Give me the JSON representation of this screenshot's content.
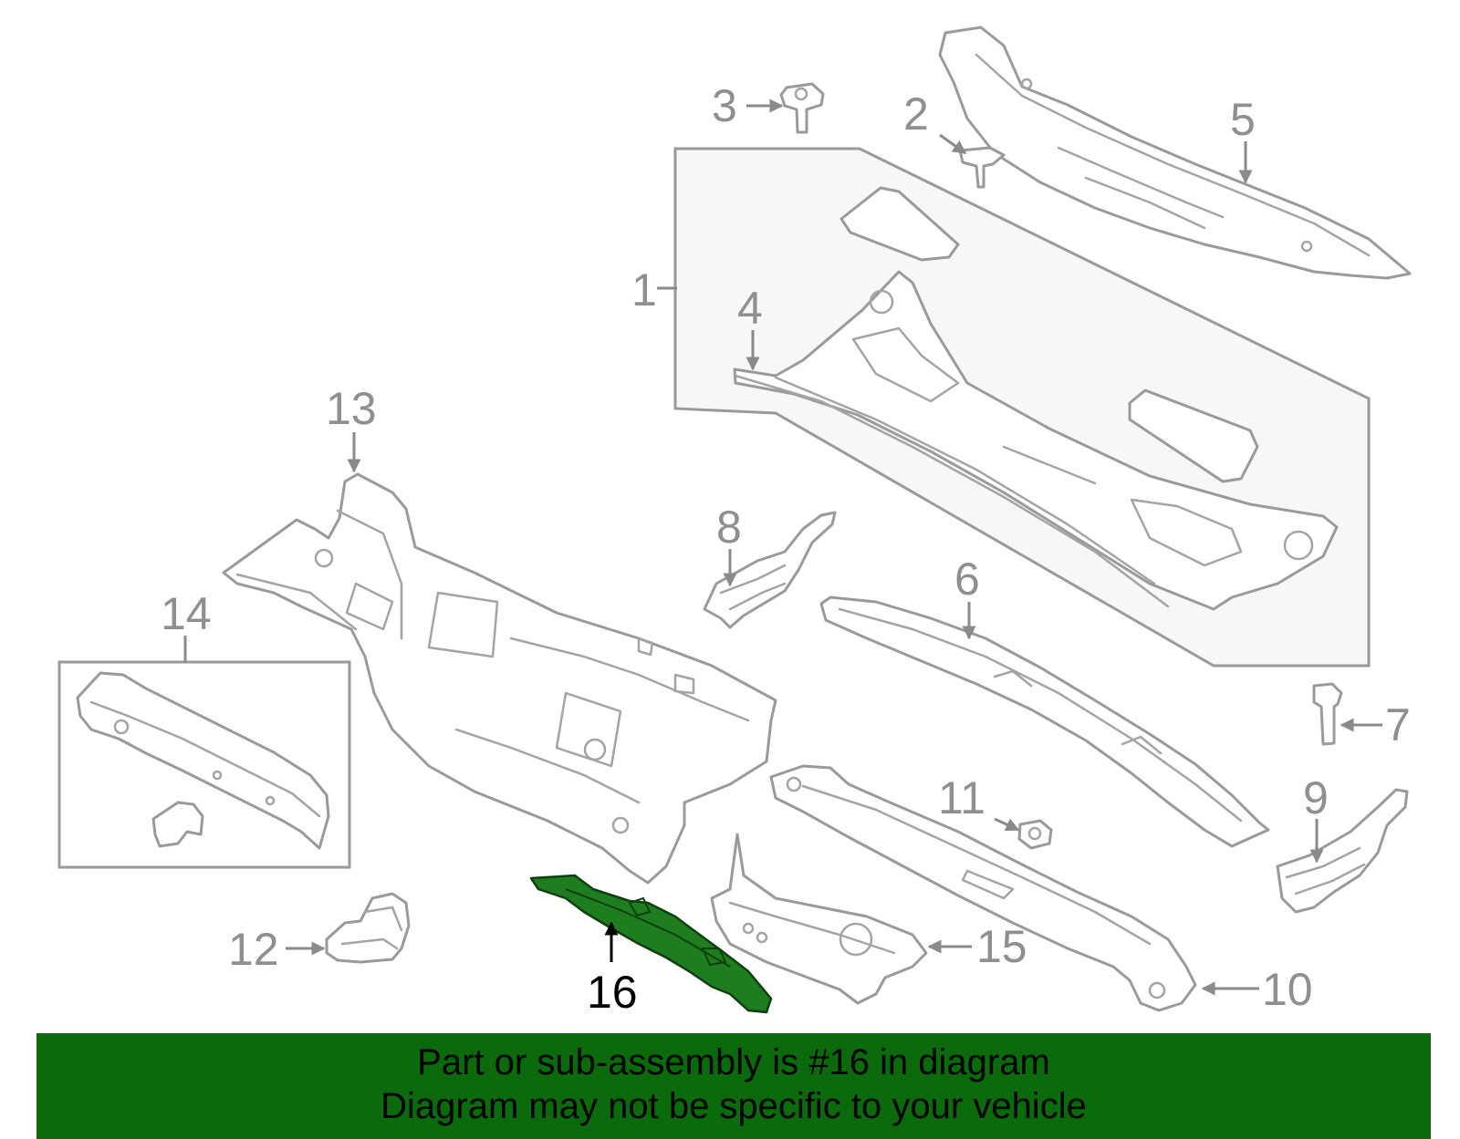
{
  "callouts": {
    "c1": "1",
    "c2": "2",
    "c3": "3",
    "c4": "4",
    "c5": "5",
    "c6": "6",
    "c7": "7",
    "c8": "8",
    "c9": "9",
    "c10": "10",
    "c11": "11",
    "c12": "12",
    "c13": "13",
    "c14": "14",
    "c15": "15",
    "c16": "16"
  },
  "highlighted_part": "16",
  "colors": {
    "highlight_fill": "#1e7d1e",
    "banner_bg": "#0b6a0b",
    "line_gray": "#9a9a9a",
    "callout_gray": "#8f8f8f",
    "group_bg": "#f7f7f7"
  },
  "banner": {
    "line1": "Part or sub-assembly is #16 in diagram",
    "line2": "Diagram may not be specific to your vehicle"
  }
}
